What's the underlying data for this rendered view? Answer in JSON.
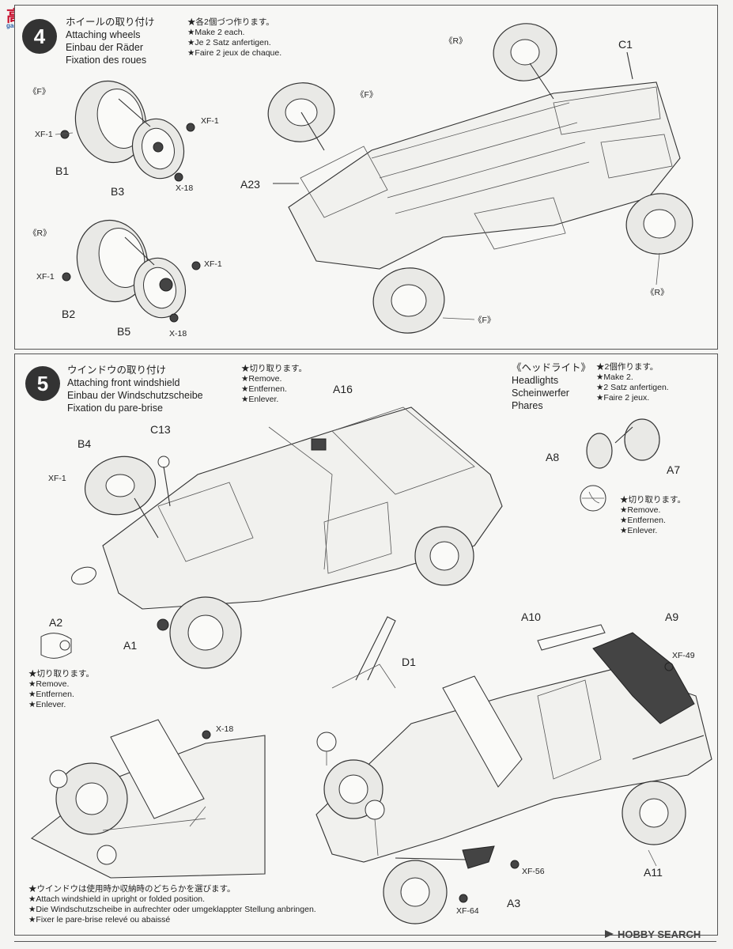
{
  "logo": {
    "chars": "高",
    "site": "gao-shan.com"
  },
  "step4": {
    "number": "4",
    "title_lines": [
      "ホイールの取り付け",
      "Attaching wheels",
      "Einbau der Räder",
      "Fixation des roues"
    ],
    "notes": [
      "★各2個づつ作ります。",
      "★Make 2 each.",
      "★Je 2 Satz anfertigen.",
      "★Faire 2 jeux de chaque."
    ],
    "labels": {
      "front_tag": "《F》",
      "rear_tag": "《R》",
      "xf1": "XF-1",
      "x18": "X-18",
      "b1": "B1",
      "b3": "B3",
      "b2": "B2",
      "b5": "B5",
      "a23": "A23",
      "c1": "C1"
    }
  },
  "step5": {
    "number": "5",
    "title_lines": [
      "ウインドウの取り付け",
      "Attaching front windshield",
      "Einbau der Windschutzscheibe",
      "Fixation du pare-brise"
    ],
    "remove_notes": [
      "★切り取ります。",
      "★Remove.",
      "★Entfernen.",
      "★Enlever."
    ],
    "headlights_title": [
      "《ヘッドライト》",
      "Headlights",
      "Scheinwerfer",
      "Phares"
    ],
    "headlights_notes": [
      "★2個作ります。",
      "★Make 2.",
      "★2 Satz anfertigen.",
      "★Faire 2 jeux."
    ],
    "labels": {
      "a16": "A16",
      "b4": "B4",
      "c13": "C13",
      "xf1": "XF-1",
      "a8": "A8",
      "a7": "A7",
      "a2": "A2",
      "a1": "A1",
      "a10": "A10",
      "a9": "A9",
      "xf49": "XF-49",
      "d1": "D1",
      "x18": "X-18",
      "xf56": "XF-56",
      "a3": "A3",
      "xf64": "XF-64",
      "a11": "A11"
    },
    "bottom_notes": [
      "★ウインドウは使用時か収納時のどちらかを選びます。",
      "★Attach windshield in upright or folded position.",
      "★Die Windschutzscheibe in aufrechter oder umgeklappter Stellung anbringen.",
      "★Fixer le pare-brise relevé ou abaissé"
    ]
  },
  "watermark": "HOBBY SEARCH"
}
